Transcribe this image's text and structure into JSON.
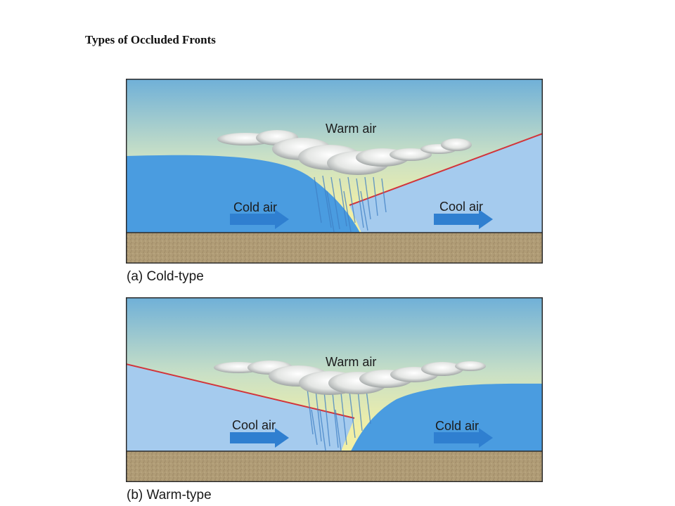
{
  "title": "Types of Occluded Fronts",
  "panels": [
    {
      "caption": "(a) Cold-type",
      "upper_label": "Warm air",
      "left_label": "Cold air",
      "right_label": "Cool air"
    },
    {
      "caption": "(b) Warm-type",
      "upper_label": "Warm air",
      "left_label": "Cool air",
      "right_label": "Cold air"
    }
  ],
  "colors": {
    "sky_top": "#6fb0d8",
    "sky_bottom": "#f1efa6",
    "cold_air": "#4a9ce0",
    "cool_air": "#a5cbee",
    "front_line": "#d2343a",
    "ground": "#b09c76",
    "arrow": "#2f7fd0"
  }
}
